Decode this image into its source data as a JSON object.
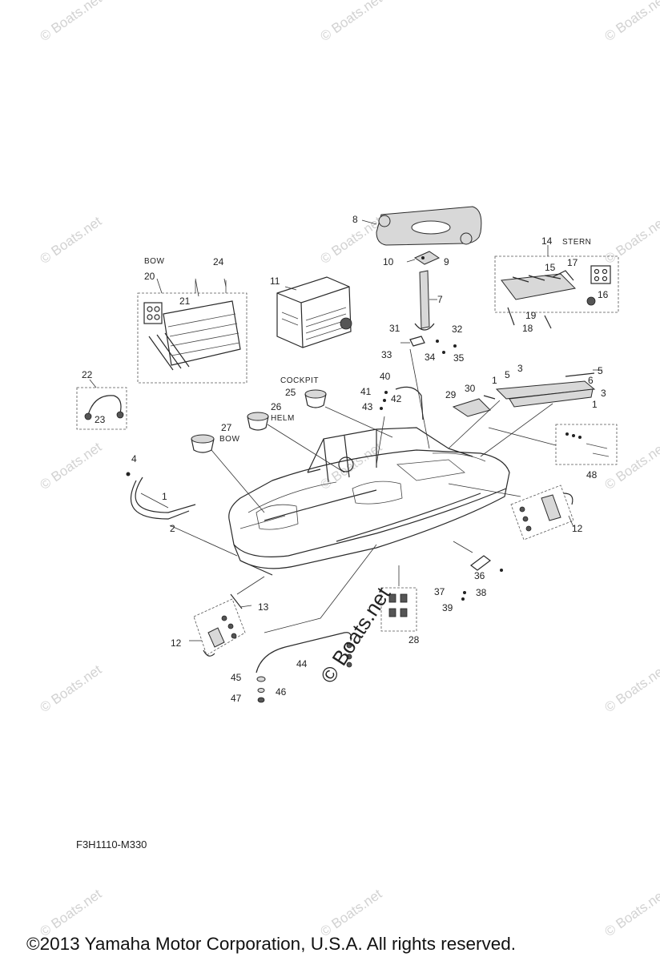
{
  "watermark": "© Boats.net",
  "brand_watermark": "© Boats.net",
  "diagram_code": "F3H1110-M330",
  "copyright": "©2013 Yamaha Motor Corporation, U.S.A. All rights reserved.",
  "tags": {
    "bow_top": "BOW",
    "stern": "STERN",
    "cockpit": "COCKPIT",
    "helm": "HELM",
    "bow_cup": "BOW"
  },
  "callouts": {
    "c1a": "1",
    "c1b": "1",
    "c1c": "1",
    "c2": "2",
    "c3a": "3",
    "c3b": "3",
    "c4": "4",
    "c5": "5",
    "c6": "6",
    "c7": "7",
    "c8": "8",
    "c9": "9",
    "c10": "10",
    "c11": "11",
    "c12a": "12",
    "c12b": "12",
    "c13": "13",
    "c14": "14",
    "c15": "15",
    "c16": "16",
    "c17": "17",
    "c18": "18",
    "c19": "19",
    "c20": "20",
    "c21": "21",
    "c22": "22",
    "c23": "23",
    "c24": "24",
    "c25": "25",
    "c26": "26",
    "c27": "27",
    "c28": "28",
    "c29": "29",
    "c30": "30",
    "c31": "31",
    "c32": "32",
    "c33": "33",
    "c34": "34",
    "c35": "35",
    "c36": "36",
    "c37": "37",
    "c38": "38",
    "c39": "39",
    "c40": "40",
    "c41": "41",
    "c42": "42",
    "c43": "43",
    "c44": "44",
    "c45": "45",
    "c46": "46",
    "c47": "47",
    "c48": "48"
  }
}
